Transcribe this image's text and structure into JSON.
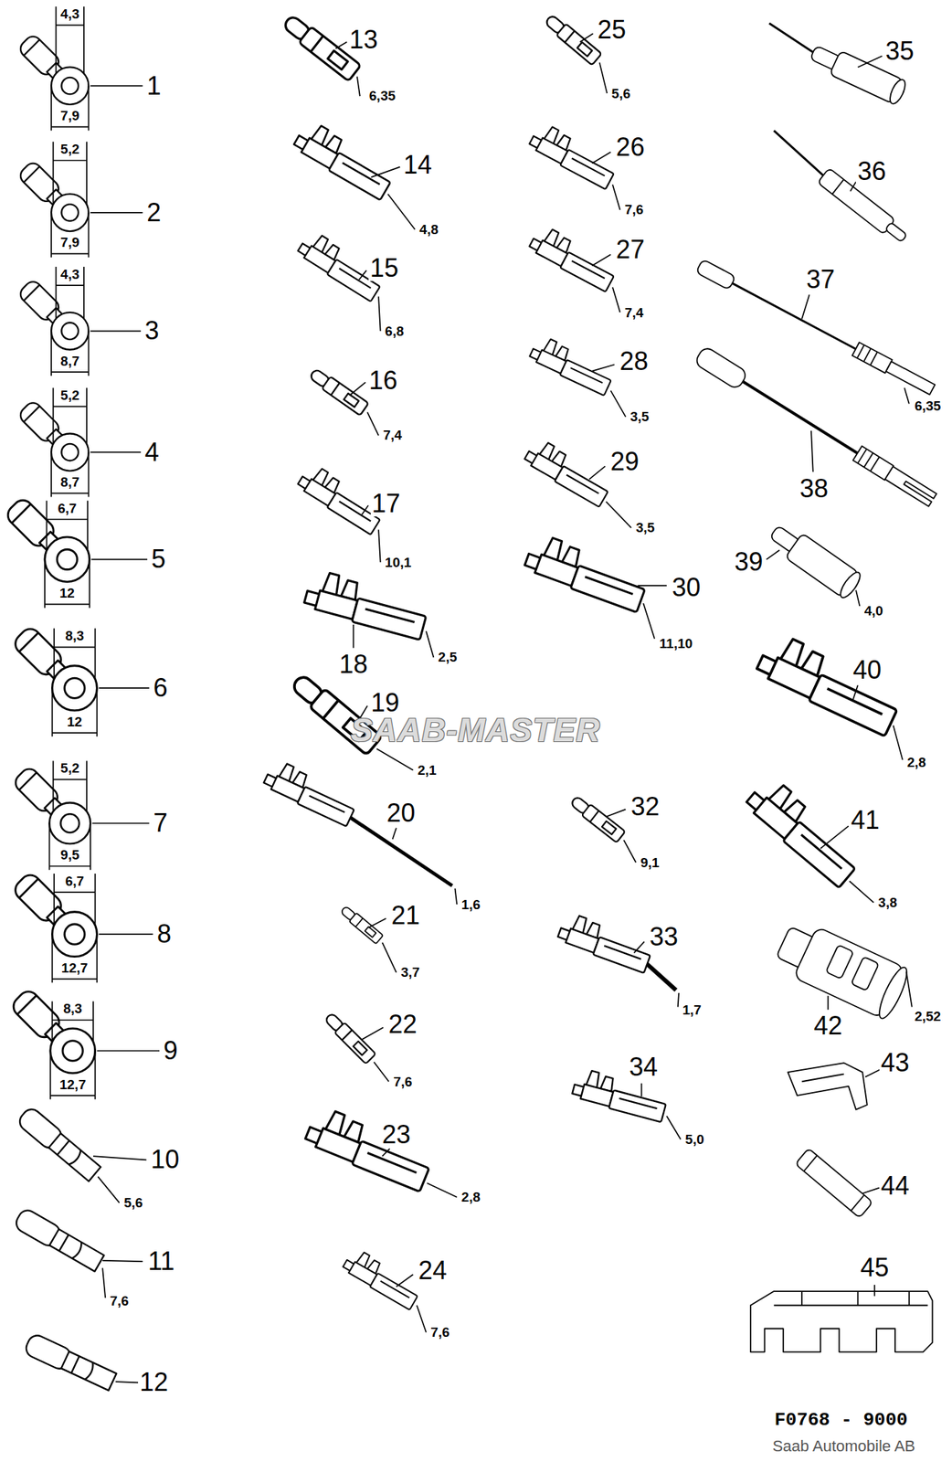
{
  "diagram": {
    "labels": [
      "4,3",
      "1",
      "7,9",
      "5,2",
      "2",
      "7,9",
      "4,3",
      "3",
      "8,7",
      "5,2",
      "4",
      "8,7",
      "6,7",
      "5",
      "12",
      "8,3",
      "6",
      "12",
      "5,2",
      "7",
      "9,5",
      "6,7",
      "8",
      "12,7",
      "8,3",
      "9",
      "12,7",
      "10",
      "5,6",
      "11",
      "7,6",
      "12",
      "13",
      "6,35",
      "14",
      "4,8",
      "15",
      "6,8",
      "16",
      "7,4",
      "17",
      "10,1",
      "18",
      "2,5",
      "19",
      "2,1",
      "SAAB-MASTER",
      "20",
      "1,6",
      "21",
      "3,7",
      "22",
      "7,6",
      "23",
      "2,8",
      "24",
      "7,6",
      "25",
      "5,6",
      "26",
      "7,6",
      "27",
      "7,4",
      "28",
      "3,5",
      "29",
      "3,5",
      "30",
      "11,10",
      "32",
      "9,1",
      "33",
      "1,7",
      "34",
      "5,0",
      "35",
      "36",
      "37",
      "6,35",
      "38",
      "39",
      "4,0",
      "40",
      "2,8",
      "41",
      "3,8",
      "42",
      "2,52",
      "43",
      "44",
      "45",
      "F0768 - 9000",
      "Saab Automobile AB"
    ]
  }
}
